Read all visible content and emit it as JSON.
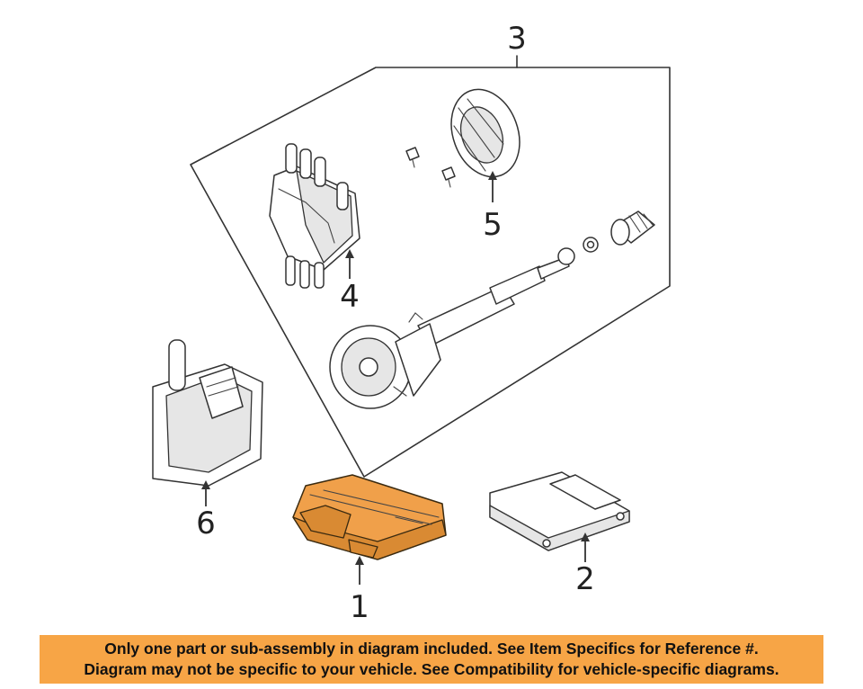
{
  "callouts": {
    "c1": "1",
    "c2": "2",
    "c3": "3",
    "c4": "4",
    "c5": "5",
    "c6": "6"
  },
  "notice": {
    "line1": "Only one part or sub-assembly in diagram included. See Item Specifics for Reference #.",
    "line2": "Diagram may not be specific to your vehicle. See Compatibility for vehicle-specific diagrams."
  },
  "colors": {
    "highlight_part": "#f0a04a",
    "notice_bg": "#f7a546"
  }
}
